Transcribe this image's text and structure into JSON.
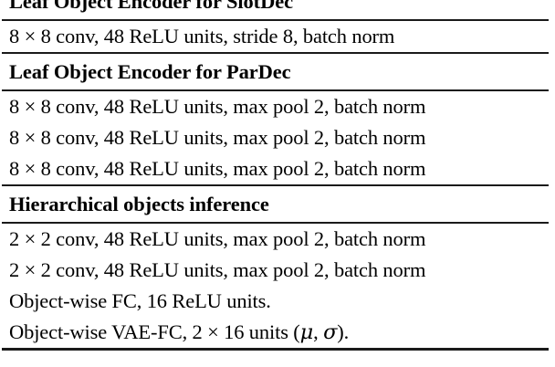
{
  "document": {
    "kind": "architecture-specification-table",
    "caption_visible": false
  },
  "table": {
    "sections": [
      {
        "header": "Leaf Object Encoder for SlotDec",
        "header_truncated_at_top": true,
        "rows": [
          "8 × 8 conv, 48 ReLU units, stride 8, batch norm"
        ]
      },
      {
        "header": "Leaf Object Encoder for ParDec",
        "header_truncated_at_top": false,
        "rows": [
          "8 × 8 conv, 48 ReLU units, max pool 2, batch norm",
          "8 × 8 conv, 48 ReLU units, max pool 2, batch norm",
          "8 × 8 conv, 48 ReLU units, max pool 2, batch norm"
        ]
      },
      {
        "header": "Hierarchical objects inference",
        "header_truncated_at_top": false,
        "rows": [
          "2 × 2 conv, 48 ReLU units, max pool 2, batch norm",
          "2 × 2 conv, 48 ReLU units, max pool 2, batch norm",
          "Object-wise FC, 16 ReLU units.",
          "Object-wise VAE-FC, 2 × 16 units (μ, σ)."
        ]
      }
    ],
    "symbols": {
      "multiplication": "×",
      "mu": "μ",
      "sigma": "σ"
    },
    "rule_color": "#1a1a1a",
    "text_color": "#000000",
    "background_color": "#ffffff"
  }
}
